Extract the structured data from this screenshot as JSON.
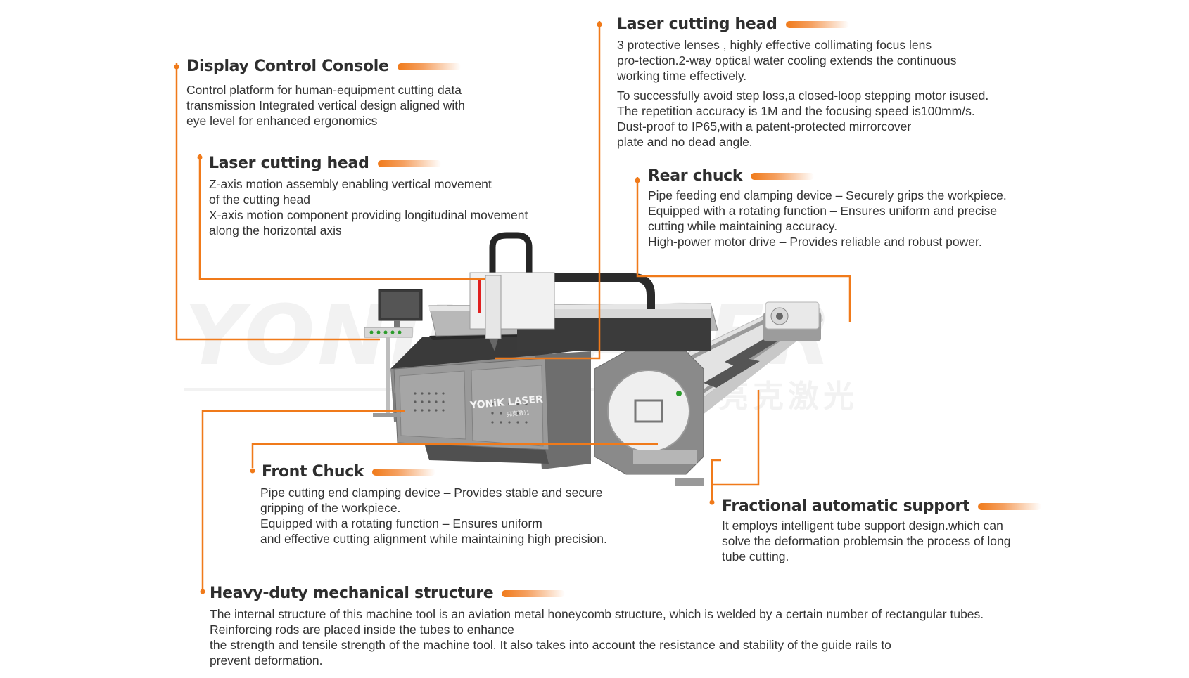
{
  "watermark": {
    "brand": "YONIK LASER",
    "chinese": "亮克激光"
  },
  "machine": {
    "panel_brand": "YONiK LASER",
    "panel_sub": "亮克激光"
  },
  "accent_color": "#f07a1a",
  "annotations": {
    "display_console": {
      "title": "Display Control Console",
      "lines": [
        "Control platform for human-equipment cutting data",
        "transmission Integrated vertical design aligned with",
        "eye level for enhanced ergonomics"
      ]
    },
    "laser_head_left": {
      "title": "Laser cutting head",
      "lines": [
        "Z-axis motion assembly enabling vertical movement",
        "of the cutting head",
        "X-axis motion component providing longitudinal movement",
        "along the horizontal axis"
      ]
    },
    "laser_head_top": {
      "title": "Laser cutting head",
      "lines": [
        "3 protective lenses , highly effective collimating focus lens",
        "pro-tection.2-way optical water cooling extends the continuous",
        "working time effectively.",
        "To successfully avoid step loss,a closed-loop stepping motor isused.",
        "The repetition accuracy is 1M and the focusing speed is100mm/s.",
        "Dust-proof to IP65,with a patent-protected mirrorcover",
        "plate and no dead angle."
      ]
    },
    "rear_chuck": {
      "title": "Rear chuck",
      "lines": [
        "Pipe feeding end clamping device – Securely grips the workpiece.",
        "Equipped with a rotating function – Ensures uniform and precise",
        "cutting while maintaining accuracy.",
        "High-power motor drive – Provides reliable and robust power."
      ]
    },
    "front_chuck": {
      "title": "Front Chuck",
      "lines": [
        "Pipe cutting end clamping device – Provides stable and secure",
        "gripping of the workpiece.",
        "Equipped with a rotating function – Ensures uniform",
        "and effective cutting alignment while maintaining high precision."
      ]
    },
    "fractional_support": {
      "title": "Fractional automatic support",
      "lines": [
        "It employs intelligent tube support design.which can",
        "solve the deformation problemsin the process of long",
        "tube cutting."
      ]
    },
    "heavy_duty": {
      "title": "Heavy-duty mechanical structure",
      "lines": [
        "The internal structure of this machine tool is an aviation metal honeycomb structure, which is welded by a certain number of rectangular tubes.",
        "Reinforcing rods are placed inside the tubes to enhance",
        "the strength and tensile strength of the machine tool. It also takes into account the resistance and stability of the guide rails to",
        "prevent deformation."
      ]
    }
  }
}
